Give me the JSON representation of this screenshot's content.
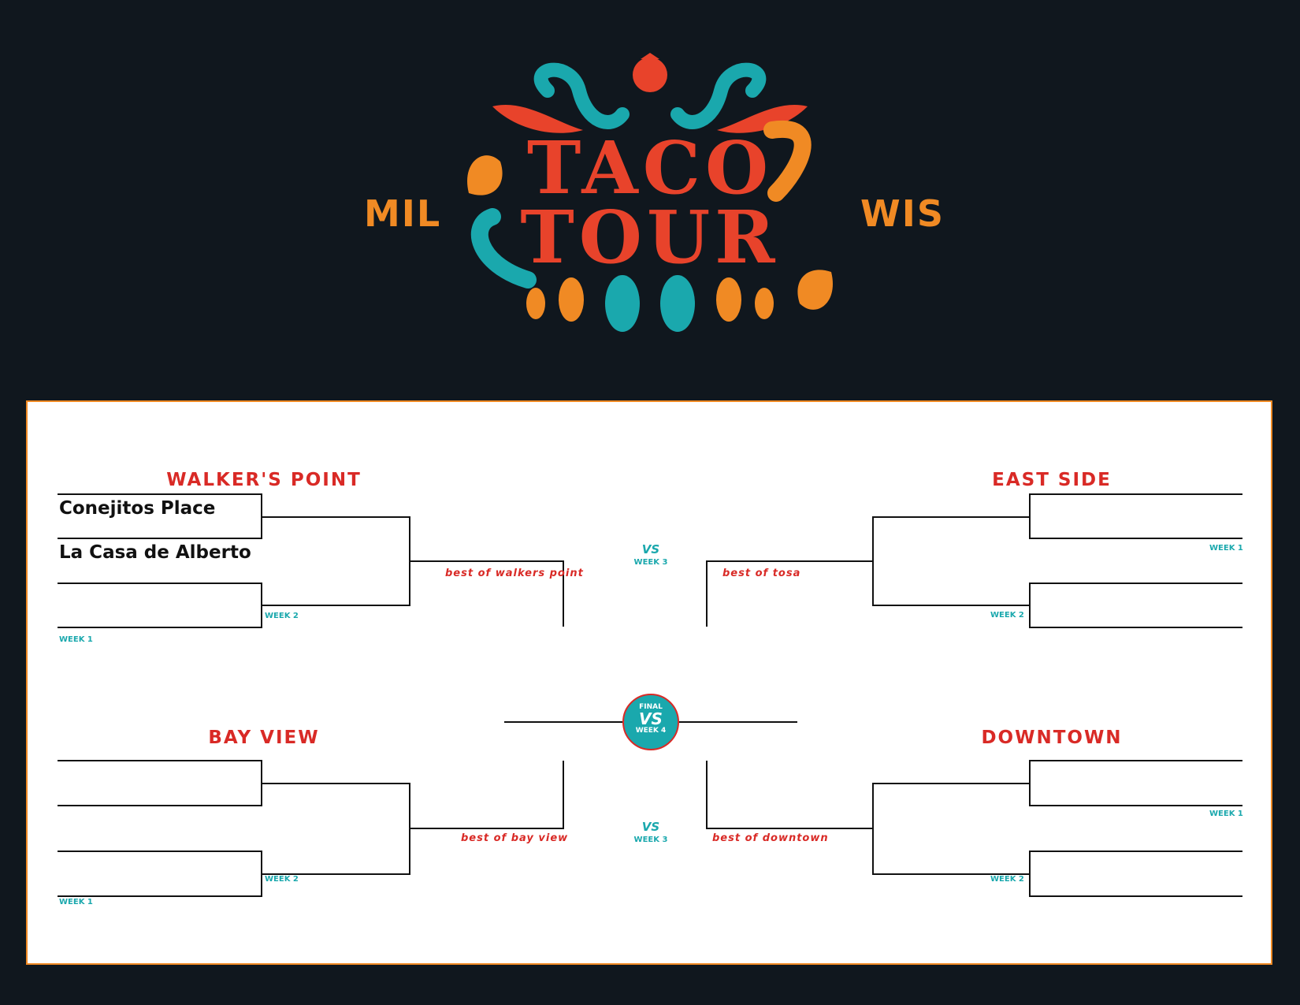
{
  "header": {
    "city_left": "MIL",
    "city_right": "WIS",
    "logo_text_line1": "TACO",
    "logo_text_line2": "TOUR"
  },
  "colors": {
    "background": "#10171e",
    "orange": "#f08a24",
    "red": "#d92a26",
    "teal": "#1aa8ad",
    "board": "#ffffff"
  },
  "regions": {
    "top_left": "WALKER'S POINT",
    "top_right": "EAST SIDE",
    "bottom_left": "BAY VIEW",
    "bottom_right": "DOWNTOWN"
  },
  "teams": {
    "top_left_1": "Conejitos Place",
    "top_left_2": "La Casa de Alberto"
  },
  "labels": {
    "week1": "WEEK 1",
    "week2": "WEEK 2",
    "week3": "WEEK 3",
    "vs": "VS",
    "final": "FINAL",
    "week4": "WEEK 4",
    "best_top_left": "best of walkers point",
    "best_top_right": "best of tosa",
    "best_bottom_left": "best of bay view",
    "best_bottom_right": "best of downtown"
  }
}
